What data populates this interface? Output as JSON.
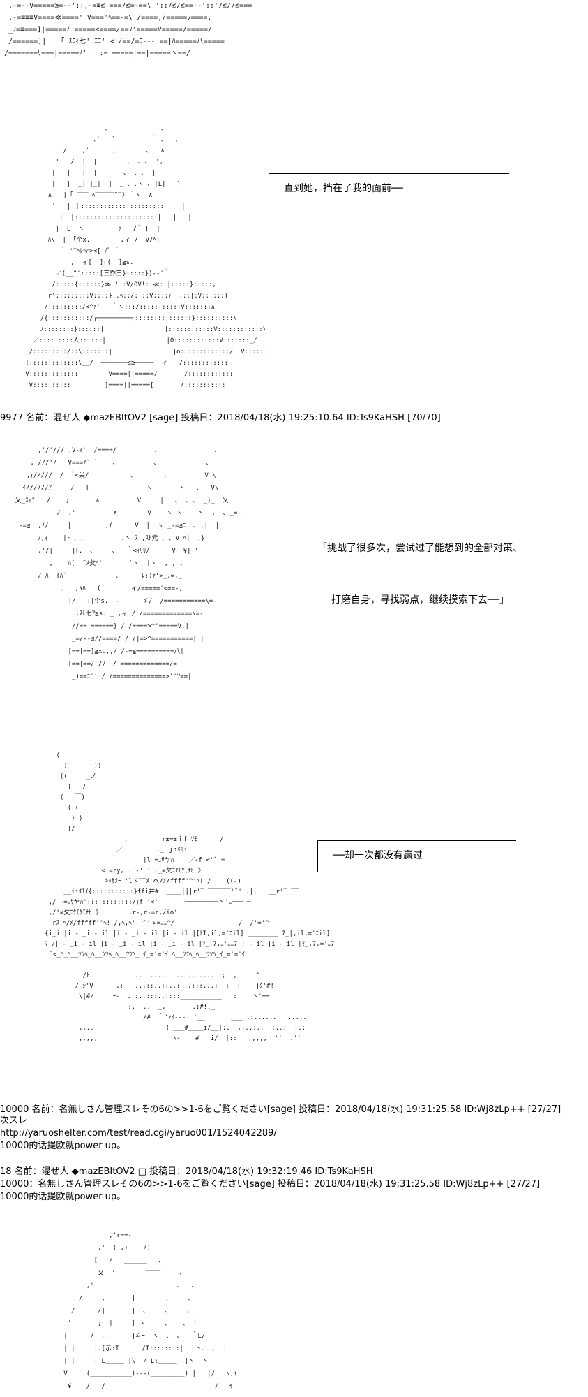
{
  "art": {
    "banner": "  ,-=--V=====≧=--'::,-=≡≦ ===/≦=-==\\ '::/≦/≦==--'::'/≦//≦===\n  ,-=≡≡≡V====≪====' V==='ﾍ==-=\\ /====,/=====ﾌ====,\n  _ﾌ=≡===]|=====ﾉ =====<====/==ﾌ'=====V=====/=====/\n  /======]| ｜「 ｽﾆｨ七' ﾆﾆ' <'/==/=ﾆ--- ==|ﾊ=====八=====\n /=======ﾘ===|=====ﾉ''' :=|=====|==|=====ヽ==/",
    "fig1": "                        ､     ___      ､\n                     ､'   ` ￣    ￣ ｀ ､   ､\n             /    ,'      ,        ､   ∧\n           '   /  |  |    |   ､  ､ ､  ',\n          |   |   |  |    |  ､  ､ ､| |\n          |   |  _| |_|  |  _ ､ ､ヽ ､ |L|   }\n         ∧   |「 ‾‾‾ ﾍ‾‾‾‾‾¨‾ﾌ ｀ヽ  ∧\n          '   | ｜::::::::::::::::::::::｜   |\n         |  |  |::::::::::::::::::::::|   |   |\n         | |  L  ヽ         ｧ   / ﾞ [  |\n         ﾊ\\  | 「个x.        ,ィ /  V/ﾍ|\n            ｀ '‾ﾍﾚﾍﾊ><[ /ﾞ ｀\n              _,  ィ[__]r(__]≧s.__\n           ／(__\"':::::[三乔三}:::::})--'｀\n          /:::::{::::::}≫ ' :V/0V!:'≪::|:::::}:::::,\n         r':::::::::V::::}:.ﾍ::/::::V::::ｨ  ,::|:V::::::}\n        /:::::::::/<^ｧ'   ｀ヽ:::/:::::::::::V:::::::∧\n       /{:::::::::::/┌─────────┐:::::::::::::::}::::::::::\\\n      _ﾉ::::::::}::::::|                |::::::::::::V::::::::::::\\\n     ／:::::::::人::::::|                |0::::::::::::V:::::::_/\n    /:::::::::/::\\:::::::|                |o:::::::::::::/  V:::::::::}\n   {:::::::::::::\\__/  ┼──────≦≧─────  ィ   /::::::::::::\n   V:::::::::::::        V====||=====/       /::::::::::::\n    V::::::::::         ]====||=====[       /:::::::::::",
    "fig2": "          ,'/'/// .V-ｨ'  /====/          ､               ､\n        ,'///'/   V===ｱ` `    ､          ､             ､\n       ,ｨ/////  /  `<尖/           ､        ､          V_\\\n      ｲ//////ｱ     /   [               ヽ       ヽ   ､   V\\\n    乂_ｽｨ\"   /    ;       ∧          V     |   ､  ､ ､  _)_  乂\n               /  ,'          ∧        V|   ヽ ヽ    ヽ  ,  ､ _=-\n     -=≦  ,ﾉ/     |         ,ｲ      V  |  ヽ _-=≦ﾆ  ､ ,|  |\n          ﾉ,ｨ    |ﾄ ､ ､          ､ヽ ｽ ,ｽﾄ元 ､ ､ V ﾍ|  ､}\n          ,'/|     |ﾄ.  ､     ､   ｀<ｨﾘﾘﾉ'     V  ¥| '\n         |   ,    ﾊ[  ¨ﾒ攵ﾍ`       `ヽ  |ヽ  ,_, ,\n         |/ ﾊ  {ﾊ`             ､      ﾚ:)ｧ'>_,=,_\n         |      ､   ,∧ﾊ   (        ィ/====='<==-,\n                  |/   :|个s.  -      ゞ/ '/===========\\=-\n                    ,ｽﾄ七ｱ≧s. _ ,ィ / /=============\\=-\n                   //=='======} / /====>^'=====V,|\n                   _=/--≦//====/ / /|=>^===========| |\n                  [==|==]≧x.,,/ /-=≦==========八|\n                  [==|==/ /ｿ  / =============/=|\n                   _)==ﾆ'' / /==============>''ｿ==|",
    "fig3": "             (\n               )       ))\n              ((     _ノ\n                )   ﾉ\n              (   ￣)\n                ( (\n                 ) )\n                )/\n                               ,  ______ r±=±ｉf ｿﾓ      /\n                             ／  ‾‾‾‾ ｰ ,_ ｊiｷﾓｲ\n                                   _|l_=ﾆｻヤﾊ___ ／ｨf'<'`_=\n                         <'=ry,.. -'‾'‾._≠攵ﾆｹﾓｹﾓﾅﾋ 》\n                          ｷｯｻﾒｰ 'lゞ‾‾ﾒ'ヘ/ﾒ/ffff'^'ﾍ!_/    ((-)\n               __iiｷﾓｲ{:::::::::::}ffi井#  ____|||r'‾'‾‾‾‾‾‾'¯' .||   __r'‾'‾‾\n           ,/ -=ﾆｻヤﾊ'::::::::::::/ｨf '<'  ____ ─────────ヽ'ﾆ─── ─ _\n           ,/'≠攵ﾆｹﾓｹﾓﾅﾋ 》       ,r-,r-=r,/io'\n            rｽ'ﾍ/ﾒ/fffff'^ﾍ!_/,ﾍ,ﾍ'  ^'ゝ=ﾆﾆ^/                 /  /'='^\n          {i_i |i - _i - il |i - _i - il |i - il |[ﾄT,il,='ﾆil] ________ 7_|,il,='ﾆil]\n          ﾏ|ﾉ| - _i - il |i - _i - il |i - _i - il |ﾏ_,7,ﾆ'ﾆﾆ7 : - il |i - il |ﾏ_,7,='ﾆ7\n            ﾞ<_ﾍ_ﾍ__ﾂﾂﾍ_ﾍ__ﾂﾂﾍ_ﾍ__ﾂﾂﾍ_ ｲ_='='ｲ ﾍ__ﾂﾂﾍ_ﾍ__ﾂﾂﾍ_ｲ_='='ｲ\n\n                    /ﾄ.           ..  .....  ..:.. ....  ;  ,     ^\n                  / ｼ'V      ,:  ...,::..::..: ,,:::...:  :  :    |ｸ'#!,\n                   \\|#/     ｰ-  ..:..:::..::::___________   :    ゝ'==\n                                :.  ..  _,       .;#!._\n                                    /#  ｀'ｧｲ---  '__       ___ .:......   .....\n                   ,,..                   ( ___#____i/__|:.  ,,..:.:  :..:  ..:\n                   ,,,,,                    \\ｨ____#___i/__|::   ,,,,,  ''  .'''",
    "fig4": "                           ,'r==-\n                        ,'  ( ,)    /)\n                       [   /   ______   ､\n                        乂  '        ‾‾‾‾     ､\n                     ,'                      ､   ､\n                   /     ,       |        ､     ､\n                 /      /|       |  ､     ､     ､\n                '       ;  |     | ヽ     ､    ､  `\n               |      /  -.      |斗ｰ  ヽ  ､  ､   ｀L/\n               | |     |.[示:T|     /T::::::::|  |ト.  ､  |\n               | |     | L_____ |\\  / L:_____| |ヽ  ヽ  |\n               V     (___________)---(_________) |   |/   \\,ｲ\n                ¥    /   /                             ﾉ   ｲ"
  },
  "bubbles": {
    "b1": "直到她，挡在了我的面前──",
    "b3": "──却一次都没有赢过"
  },
  "floating": {
    "f2_line1": "「挑战了很多次，尝试过了能想到的全部对策、",
    "f2_line2": "打磨自身，寻找弱点，继续摸索下去──」"
  },
  "posts": {
    "p1": "9977 名前：混ぜ人 ◆mazEBItOV2 [sage] 投稿日：2018/04/18(水) 19:25:10.64 ID:Ts9KaHSH [70/70]",
    "p2": "10000 名前：名無しさん管理スレその6の>>1-6をご覧ください[sage] 投稿日：2018/04/18(水) 19:31:25.58 ID:Wj8zLp++ [27/27]",
    "p3": "次スレ",
    "p4": "http://yaruoshelter.com/test/read.cgi/yaruo001/1524042289/",
    "p5": "10000的话提欧就power up。",
    "p6": "18 名前：混ぜ人 ◆mazEBItOV2 □ 投稿日：2018/04/18(水) 19:32:19.46 ID:Ts9KaHSH",
    "p7": "10000：名無しさん管理スレその6の>>1-6をご覧ください[sage] 投稿日：2018/04/18(水) 19:31:25.58 ID:Wj8zLp++ [27/27]",
    "p8": "10000的话提欧就power up。"
  }
}
